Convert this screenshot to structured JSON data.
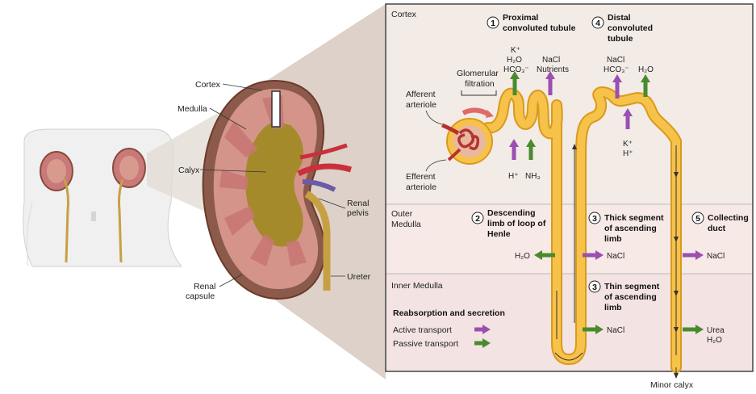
{
  "kidney_labels": {
    "cortex": "Cortex",
    "medulla": "Medulla",
    "calyx": "Calyx",
    "renal_pelvis_line1": "Renal",
    "renal_pelvis_line2": "pelvis",
    "ureter": "Ureter",
    "renal_capsule_line1": "Renal",
    "renal_capsule_line2": "capsule"
  },
  "zones": {
    "cortex": "Cortex",
    "outer_medulla_line1": "Outer",
    "outer_medulla_line2": "Medulla",
    "inner_medulla": "Inner Medulla"
  },
  "segments": {
    "proximal": {
      "number": "1",
      "line1": "Proximal",
      "line2": "convoluted tubule"
    },
    "descending": {
      "number": "2",
      "line1": "Descending",
      "line2": "limb of loop of",
      "line3": "Henle"
    },
    "thick_ascending": {
      "number": "3",
      "line1": "Thick segment",
      "line2": "of ascending",
      "line3": "limb"
    },
    "thin_ascending": {
      "number": "3",
      "line1": "Thin segment",
      "line2": "of ascending",
      "line3": "limb"
    },
    "distal": {
      "number": "4",
      "line1": "Distal",
      "line2": "convoluted",
      "line3": "tubule"
    },
    "collecting": {
      "number": "5",
      "line1": "Collecting",
      "line2": "duct"
    }
  },
  "glomerulus": {
    "filtration_line1": "Glomerular",
    "filtration_line2": "filtration",
    "afferent_line1": "Afferent",
    "afferent_line2": "arteriole",
    "efferent_line1": "Efferent",
    "efferent_line2": "arteriole"
  },
  "solutes": {
    "prox_k": "K⁺",
    "prox_h2o": "H₂O",
    "prox_hco3": "HCO₃⁻",
    "prox_nacl": "NaCl",
    "prox_nutrients": "Nutrients",
    "prox_h": "H⁺",
    "prox_nh3": "NH₃",
    "distal_nacl": "NaCl",
    "distal_hco3": "HCO₃⁻",
    "distal_h2o": "H₂O",
    "distal_k": "K⁺",
    "distal_h": "H⁺",
    "desc_h2o": "H₂O",
    "thick_nacl": "NaCl",
    "collect_nacl": "NaCl",
    "thin_nacl": "NaCl",
    "inner_urea": "Urea",
    "inner_h2o": "H₂O"
  },
  "legend": {
    "title": "Reabsorption and secretion",
    "active": "Active transport",
    "passive": "Passive transport"
  },
  "minor_calyx": "Minor calyx",
  "colors": {
    "active": "#9b4fb0",
    "passive": "#4a8a2e",
    "tubule": "#f7c24a",
    "tubule_edge": "#d99a1c",
    "cortex_bg": "#f2ebe6",
    "outer_bg": "#f6e9e6",
    "inner_bg": "#f3e4e3"
  }
}
